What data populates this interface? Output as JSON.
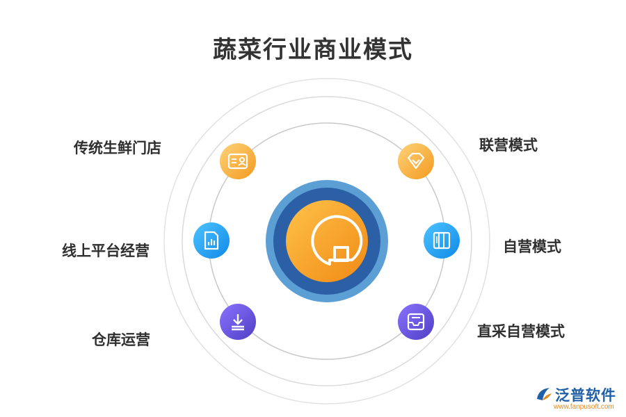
{
  "title": "蔬菜行业商业模式",
  "center": {
    "icon": "pie-chart-icon"
  },
  "items": [
    {
      "label": "传统生鲜门店",
      "icon": "id-card-icon",
      "color": "#f7a93a"
    },
    {
      "label": "线上平台经营",
      "icon": "document-chart-icon",
      "color": "#1f9ff0"
    },
    {
      "label": "仓库运营",
      "icon": "download-tray-icon",
      "color": "#6a52d8"
    },
    {
      "label": "联营模式",
      "icon": "diamond-icon",
      "color": "#f7a93a"
    },
    {
      "label": "自营模式",
      "icon": "cabinet-icon",
      "color": "#1f9ff0"
    },
    {
      "label": "直采自营模式",
      "icon": "inbox-icon",
      "color": "#6a52d8"
    }
  ],
  "colors": {
    "orange": "#f7a93a",
    "blue": "#1f9ff0",
    "purple": "#6a52d8",
    "ring_outer": "#5b9fd4",
    "ring_inner": "#2b5fa6"
  },
  "logo": {
    "name": "泛普软件",
    "url": "www.fanpusoft.com",
    "icon": "fanpu-logo-icon"
  }
}
